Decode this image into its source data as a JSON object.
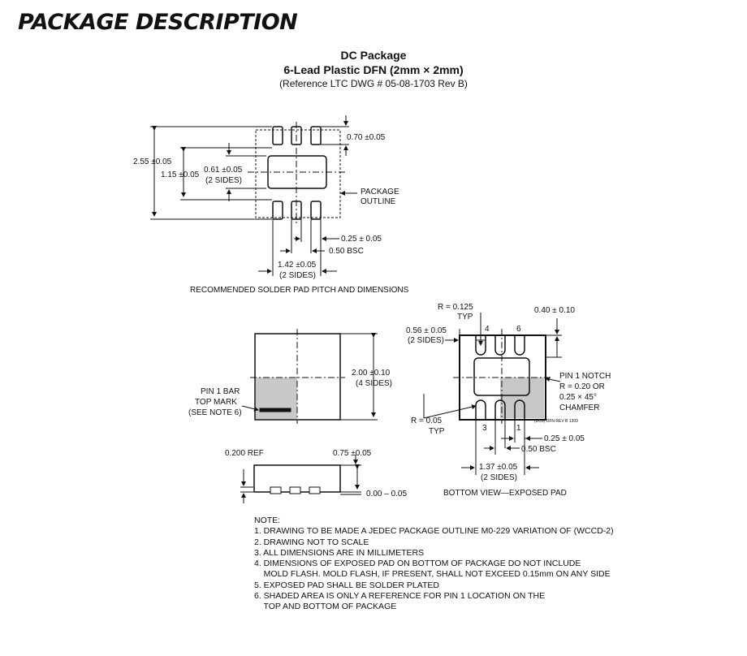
{
  "section_title": "PACKAGE DESCRIPTION",
  "header": {
    "package_name": "DC Package",
    "package_type": "6-Lead Plastic DFN (2mm × 2mm)",
    "reference": "(Reference LTC DWG # 05-08-1703 Rev B)"
  },
  "top_view": {
    "dim_070": "0.70 ±0.05",
    "dim_255": "2.55 ±0.05",
    "dim_115": "1.15 ±0.05",
    "dim_061": "0.61 ±0.05",
    "dim_061_sides": "(2 SIDES)",
    "package_outline_1": "PACKAGE",
    "package_outline_2": "OUTLINE",
    "dim_025": "0.25 ± 0.05",
    "dim_050": "0.50 BSC",
    "dim_142": "1.42 ±0.05",
    "dim_142_sides": "(2 SIDES)",
    "caption": "RECOMMENDED SOLDER PAD PITCH AND DIMENSIONS"
  },
  "side_views": {
    "dim_200": "2.00 ±0.10",
    "dim_200_sides": "(4 SIDES)",
    "pin1_bar_1": "PIN 1 BAR",
    "pin1_bar_2": "TOP MARK",
    "pin1_bar_3": "(SEE NOTE 6)",
    "ref_0200": "0.200 REF",
    "dim_075": "0.75 ±0.05",
    "dim_000": "0.00 – 0.05"
  },
  "bottom_view": {
    "r0125": "R = 0.125",
    "r0125_typ": "TYP",
    "dim_040": "0.40 ± 0.10",
    "dim_056": "0.56 ± 0.05",
    "dim_056_sides": "(2 SIDES)",
    "pin_4": "4",
    "pin_6": "6",
    "pin_3": "3",
    "pin_1": "1",
    "notch_1": "PIN 1 NOTCH",
    "notch_2": "R = 0.20 OR",
    "notch_3": "0.25 × 45°",
    "notch_4": "CHAMFER",
    "r005": "R = 0.05",
    "r005_typ": "TYP",
    "dwg_tag": "(DC6) DFN REV B 1309",
    "dim_025": "0.25 ± 0.05",
    "dim_050": "0.50 BSC",
    "dim_137": "1.37 ±0.05",
    "dim_137_sides": "(2 SIDES)",
    "caption": "BOTTOM VIEW—EXPOSED PAD"
  },
  "notes": [
    "NOTE:",
    "1. DRAWING TO BE MADE A JEDEC PACKAGE OUTLINE M0-229 VARIATION OF (WCCD-2)",
    "2. DRAWING NOT TO SCALE",
    "3. ALL DIMENSIONS ARE IN MILLIMETERS",
    "4. DIMENSIONS OF EXPOSED PAD ON BOTTOM OF PACKAGE DO NOT INCLUDE",
    "    MOLD FLASH. MOLD FLASH, IF PRESENT, SHALL NOT EXCEED 0.15mm ON ANY SIDE",
    "5. EXPOSED PAD SHALL BE SOLDER PLATED",
    "6. SHADED AREA IS ONLY A REFERENCE FOR PIN 1 LOCATION ON THE",
    "    TOP AND BOTTOM OF PACKAGE"
  ]
}
